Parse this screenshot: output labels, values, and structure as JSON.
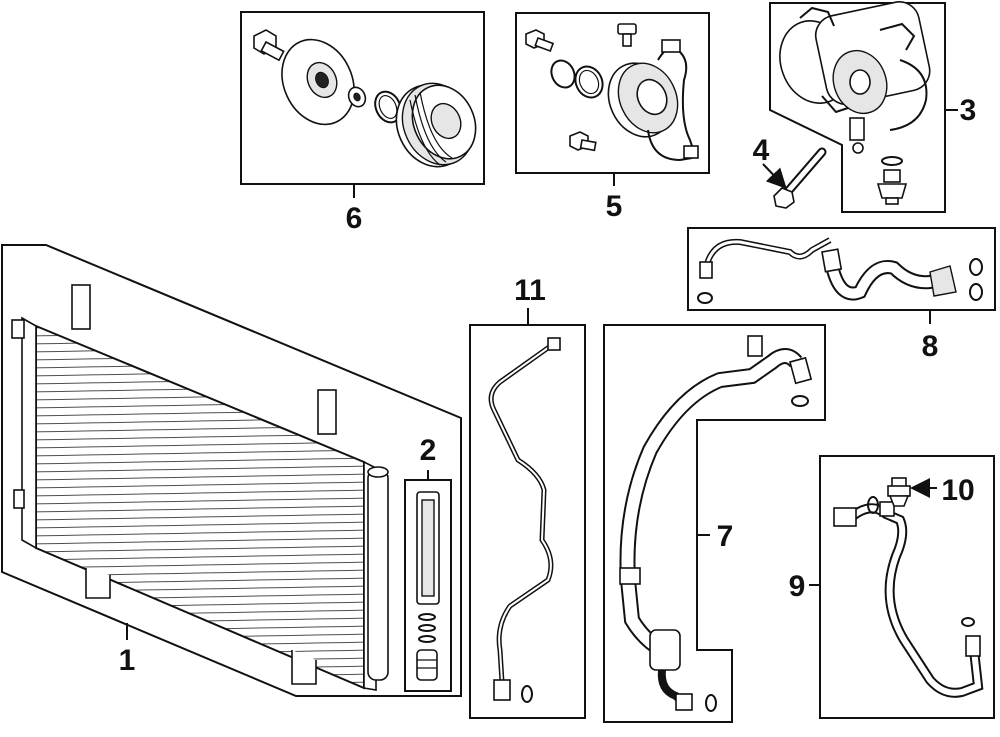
{
  "diagram": {
    "parts": [
      {
        "key": "p1",
        "label": "1",
        "component": "condenser"
      },
      {
        "key": "p2",
        "label": "2",
        "component": "receiver-drier-kit"
      },
      {
        "key": "p3",
        "label": "3",
        "component": "compressor"
      },
      {
        "key": "p4",
        "label": "4",
        "component": "compressor-bolt"
      },
      {
        "key": "p5",
        "label": "5",
        "component": "clutch-coil"
      },
      {
        "key": "p6",
        "label": "6",
        "component": "clutch-assembly"
      },
      {
        "key": "p7",
        "label": "7",
        "component": "suction-hose"
      },
      {
        "key": "p8",
        "label": "8",
        "component": "discharge-hose"
      },
      {
        "key": "p9",
        "label": "9",
        "component": "liquid-line"
      },
      {
        "key": "p10",
        "label": "10",
        "component": "pressure-switch"
      },
      {
        "key": "p11",
        "label": "11",
        "component": "evaporator-line"
      }
    ],
    "colors": {
      "ink": "#111111",
      "paper": "#ffffff",
      "shade": "#e6e6e6"
    }
  }
}
